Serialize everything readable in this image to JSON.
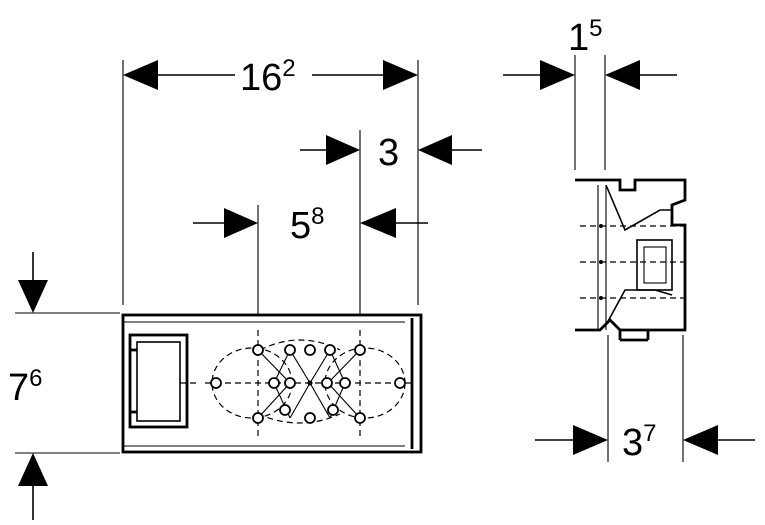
{
  "dimensions": {
    "total_width": {
      "main": "16",
      "sup": "2"
    },
    "right_offset": {
      "main": "3",
      "sup": ""
    },
    "hole_spacing": {
      "main": "5",
      "sup": "8"
    },
    "height": {
      "main": "7",
      "sup": "6"
    },
    "side_top": {
      "main": "1",
      "sup": "5"
    },
    "side_depth": {
      "main": "3",
      "sup": "7"
    }
  }
}
